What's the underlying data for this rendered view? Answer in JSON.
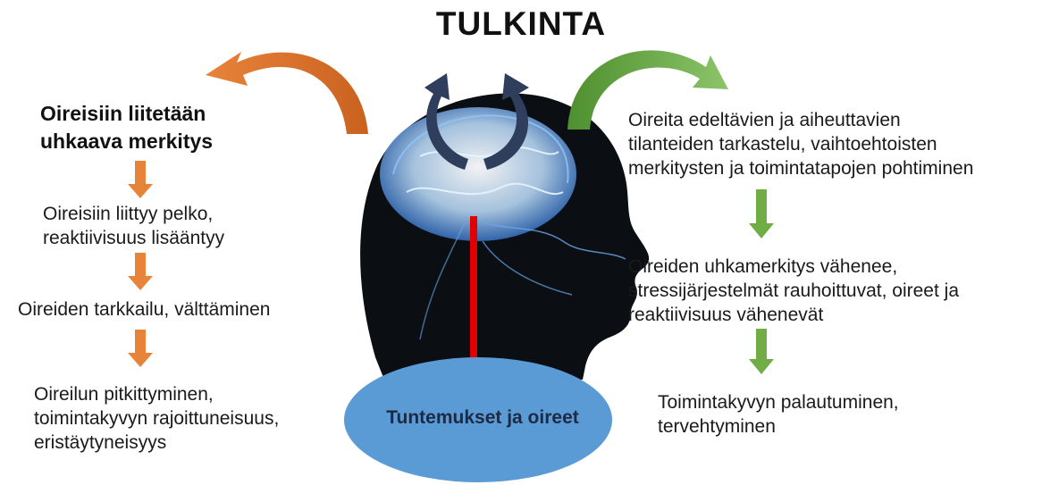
{
  "title": "TULKINTA",
  "left_column": {
    "heading": "Oireisiin liitetään\nuhkaava merkitys",
    "steps": [
      "Oireisiin liittyy pelko,\nreaktiivisuus lisääntyy",
      "Oireiden tarkkailu, välttäminen",
      "Oireilun pitkittyminen,\ntoimintakyvyn rajoittuneisuus,\neristäytyneisyys"
    ],
    "arrow_color": "#E8833A"
  },
  "right_column": {
    "steps": [
      "Oireita edeltävien ja aiheuttavien\ntilanteiden tarkastelu, vaihtoehtoisten\nmerkitysten ja toimintatapojen pohtiminen",
      "Oireiden uhkamerkitys vähenee,\nstressijärjestelmät rauhoittuvat, oireet ja\nreaktiivisuus vähenevät",
      "Toimintakyvyn palautuminen,\ntervehtyminen"
    ],
    "arrow_color": "#70AD47"
  },
  "center": {
    "ellipse_label": "Tuntemukset ja oireet",
    "ellipse_color": "#5B9BD5",
    "spine_color": "#E00000",
    "cycle_arrow_color": "#2F3E5C",
    "head_image": "brain-head-illustration"
  }
}
